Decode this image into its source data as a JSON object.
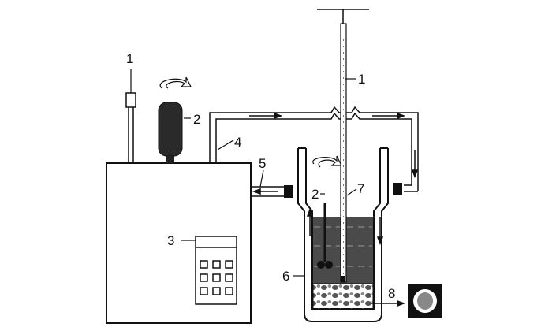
{
  "labels": {
    "thermometer_left": "1",
    "motor_left": "2",
    "tubing": "4",
    "outlet_port": "5",
    "control_panel": "3",
    "thermometer_right": "1",
    "stirrer": "2",
    "solution": "7",
    "jacket": "6",
    "sample": "8"
  },
  "icons": [
    "rotation-arrow-icon",
    "flow-arrow-icon"
  ]
}
